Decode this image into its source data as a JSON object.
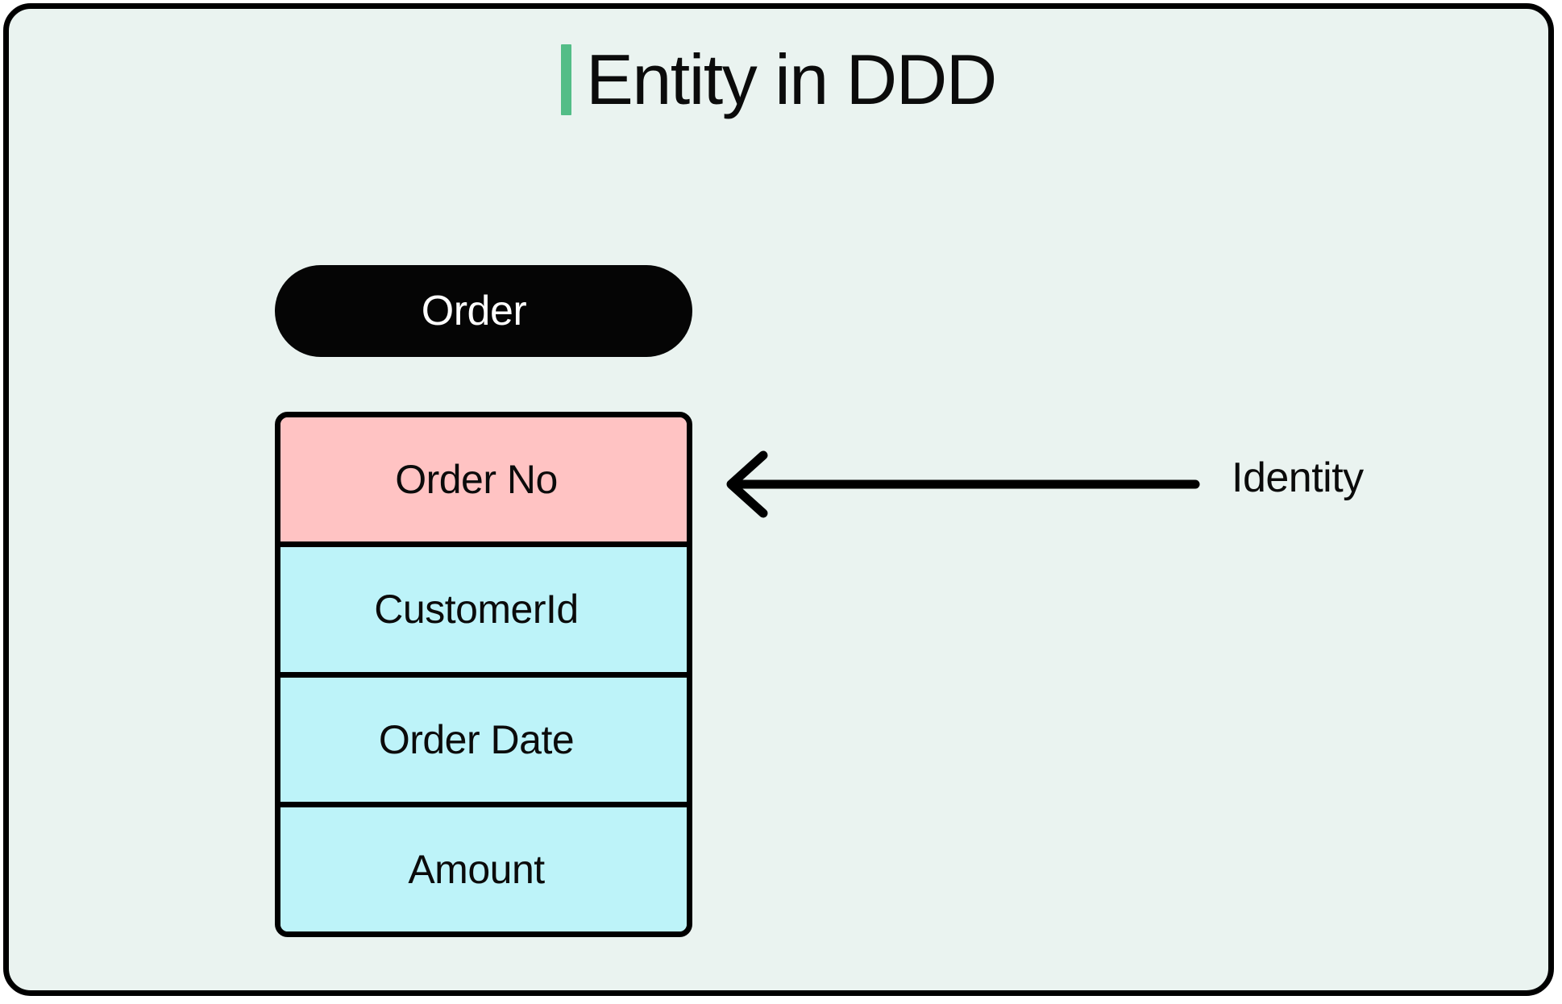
{
  "title": {
    "text": "Entity in DDD",
    "accent_color": "#53bd87"
  },
  "entity": {
    "name": "Order",
    "pill_background": "#050505",
    "pill_text_color": "#ffffff",
    "attributes": [
      {
        "label": "Order No",
        "role": "identity",
        "background": "#ffc3c3"
      },
      {
        "label": "CustomerId",
        "role": "plain",
        "background": "#bdf3f9"
      },
      {
        "label": "Order Date",
        "role": "plain",
        "background": "#bdf3f9"
      },
      {
        "label": "Amount",
        "role": "plain",
        "background": "#bdf3f9"
      }
    ]
  },
  "annotation": {
    "label": "Identity",
    "arrow_direction": "left",
    "points_to": "Order No"
  },
  "canvas": {
    "background": "#eaf3f0",
    "border_color": "#000000",
    "outside_color": "#ffffff"
  }
}
